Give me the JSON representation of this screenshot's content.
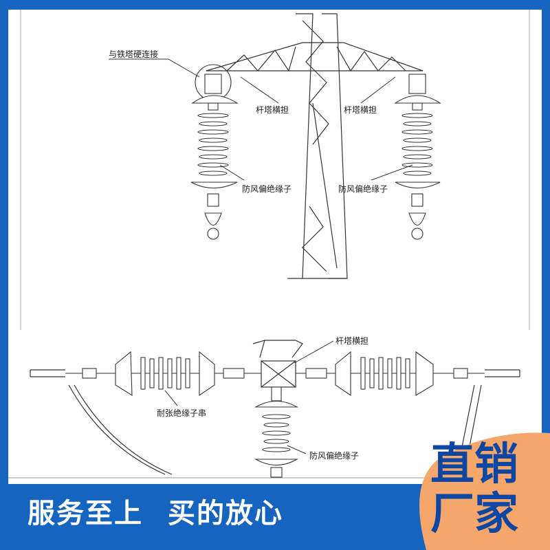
{
  "labels": {
    "hard_connect": "与铁塔硬连接",
    "crossarm_left": "杆塔横担",
    "crossarm_right": "杆塔横担",
    "insulator_left": "防风偏绝缘子",
    "insulator_right": "防风偏绝缘子",
    "crossarm_bottom": "杆塔横担",
    "tension_string": "耐张绝缘子串",
    "insulator_bottom": "防风偏绝缘子"
  },
  "banner": {
    "slogan_1": "服务至上",
    "slogan_2": "买的放心"
  },
  "badge": {
    "line_1": "直销",
    "line_2": "厂家"
  },
  "colors": {
    "frame_blue": "#1565c0",
    "badge_orange": "#f5a66b",
    "white": "#ffffff"
  }
}
